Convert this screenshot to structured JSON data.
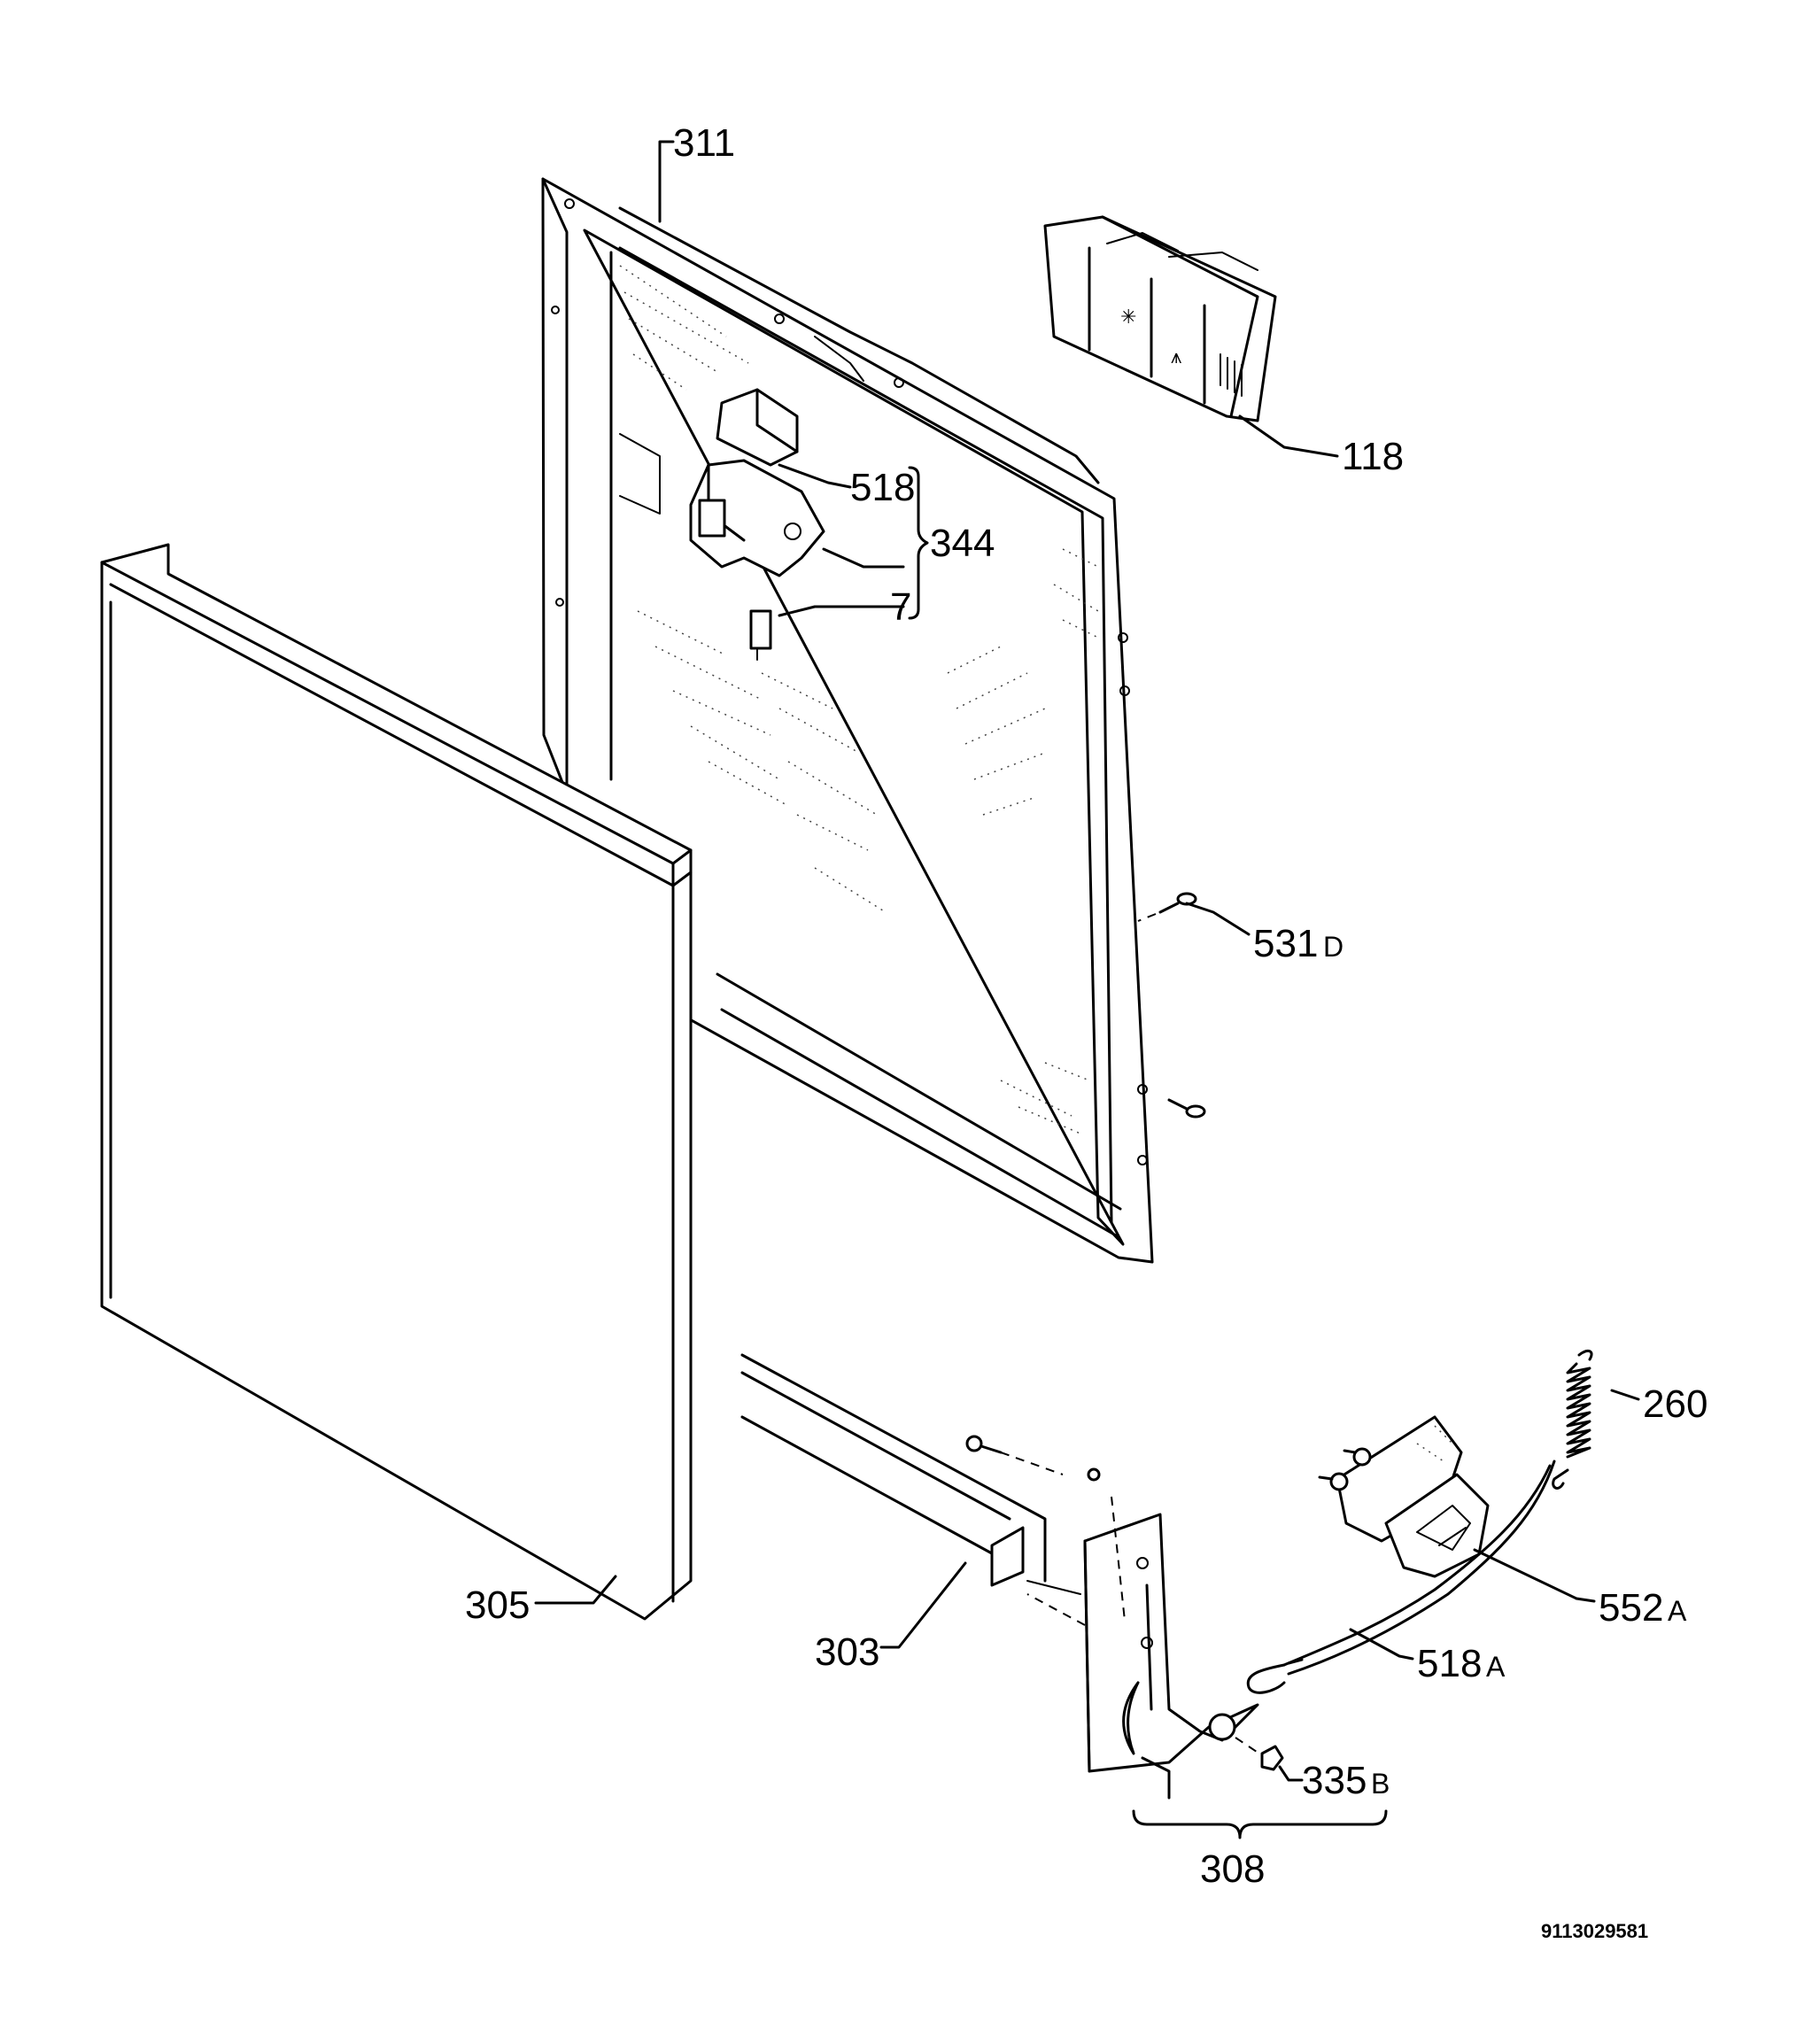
{
  "labels": {
    "p311": "311",
    "p118": "118",
    "p518": "518",
    "p344": "344",
    "p7": "7",
    "p531": "531",
    "p531_suffix": "D",
    "p260": "260",
    "p552": "552",
    "p552_suffix": "A",
    "p518a": "518",
    "p518a_suffix": "A",
    "p305": "305",
    "p303": "303",
    "p335": "335",
    "p335_suffix": "B",
    "p308": "308"
  },
  "document_number": "9113029581"
}
